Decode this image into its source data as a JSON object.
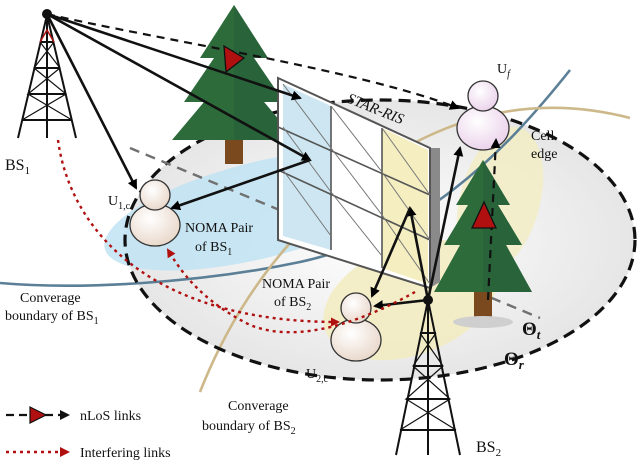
{
  "labels": {
    "bs1": "BS",
    "bs1_sub": "1",
    "bs2": "BS",
    "bs2_sub": "2",
    "star_ris": "STAR-RIS",
    "uf": "U",
    "uf_sub": "f",
    "u1c": "U",
    "u1c_sub": "1,c",
    "u2c": "U",
    "u2c_sub": "2,c",
    "cell_edge_1": "Cell",
    "cell_edge_2": "edge",
    "noma1_line1": "NOMA Pair",
    "noma1_line2": "of BS",
    "noma1_sub": "1",
    "noma2_line1": "NOMA Pair",
    "noma2_line2": "of BS",
    "noma2_sub": "2",
    "cov1_line1": "Converage",
    "cov1_line2": "boundary of BS",
    "cov1_sub": "1",
    "cov2_line1": "Converage",
    "cov2_line2": "boundary of BS",
    "cov2_sub": "2",
    "theta_t": "Θ",
    "theta_t_sub": "t",
    "theta_r": "Θ",
    "theta_r_sub": "r"
  },
  "legend": {
    "nlos": "nLoS links",
    "interfering": "Interfering links"
  },
  "colors": {
    "tree_green": "#2d6b3a",
    "trunk": "#7a4a1e",
    "link_red": "#b01010",
    "ris_blue": "#cde6f2",
    "ris_yellow": "#f4eec0",
    "noma1_zone": "#bfe3f2",
    "noma2_zone": "#f3ecc0",
    "curve_blue": "#5a7f96",
    "curve_tan": "#cdb88a"
  }
}
